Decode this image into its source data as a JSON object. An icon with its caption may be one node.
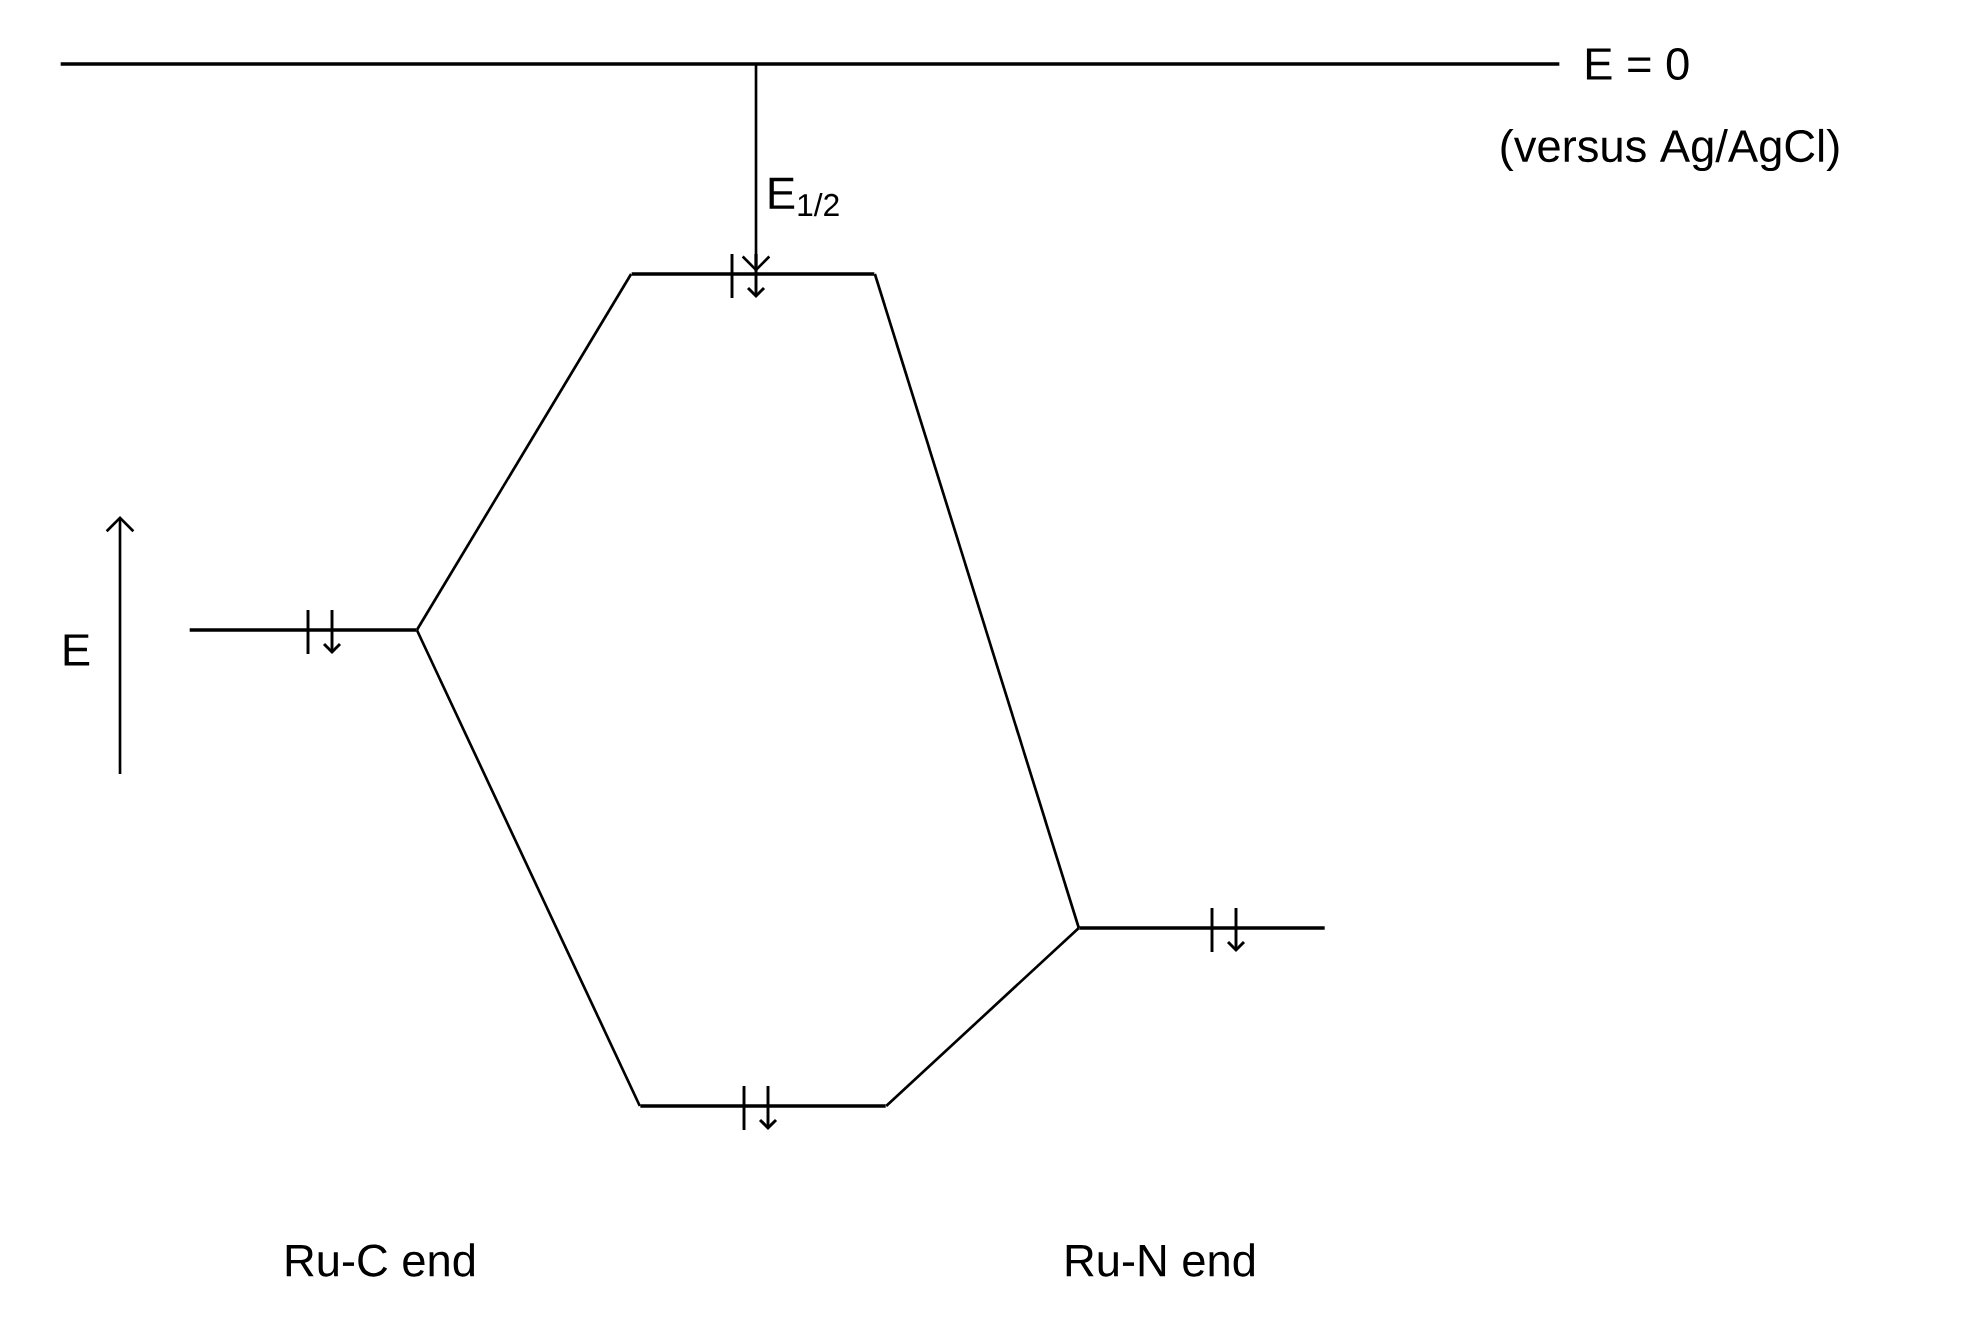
{
  "diagram": {
    "nodes": [
      {
        "text": [],
        "shape": "bar",
        "beside": [
          "E = 0",
          "(versus Ag/AgCl)"
        ]
      },
      {
        "text": [],
        "shape": "bar"
      },
      {
        "text": [],
        "shape": "bar"
      },
      {
        "text": [],
        "shape": "bar"
      },
      {
        "text": [],
        "shape": "bar"
      }
    ],
    "edges": [
      {
        "from": 0,
        "to": 2,
        "arrow": "to",
        "label": "E$_{1/2}$"
      },
      {
        "from": 1,
        "to": 2,
        "arrow": "none"
      },
      {
        "from": 1,
        "to": 3,
        "arrow": "none"
      },
      {
        "from": 4,
        "to": 2,
        "arrow": "none"
      },
      {
        "from": 4,
        "to": 3,
        "arrow": "none"
      }
    ],
    "labels": [
      "E",
      "Ru-C end",
      "Ru-N end"
    ]
  }
}
